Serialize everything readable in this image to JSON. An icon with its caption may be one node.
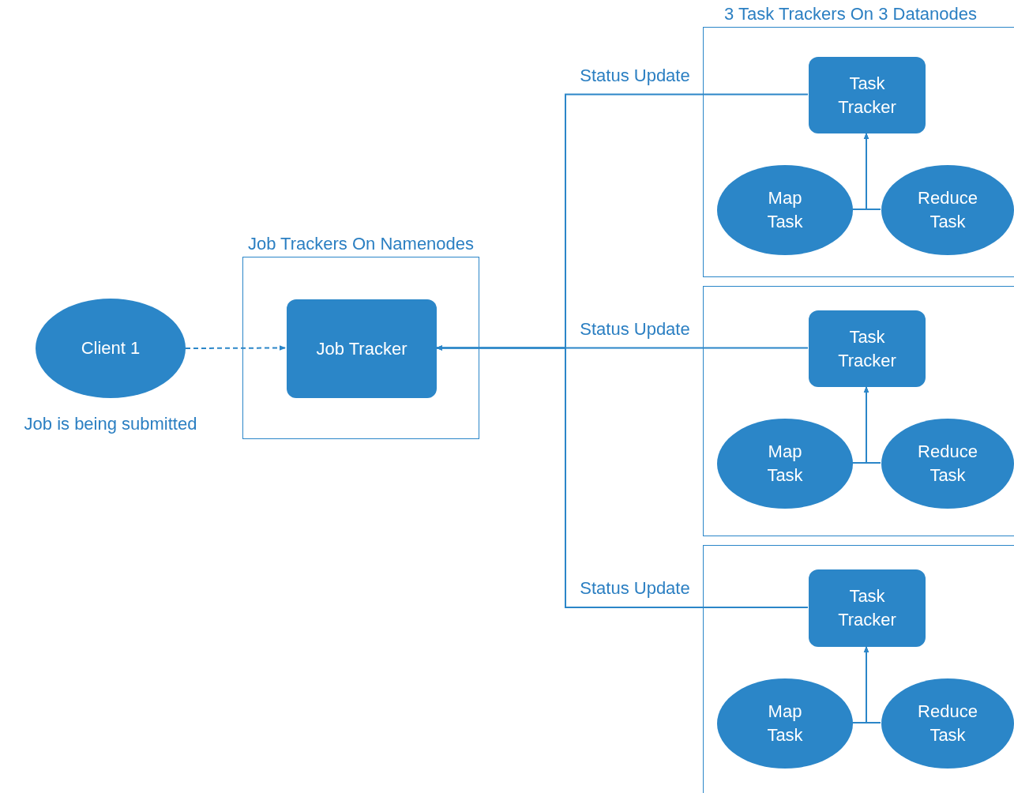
{
  "diagram": {
    "nodes": [
      {
        "text": [
          "Client 1"
        ],
        "beside": [
          "Job is being submitted"
        ]
      },
      {
        "text": [
          "Job Trackers On Namenodes"
        ]
      },
      {
        "text": [
          "Job Tracker"
        ],
        "in": 1
      },
      {
        "text": [
          "3 Task Trackers On 3 Datanodes"
        ]
      },
      {
        "text": [
          "Task Tracker"
        ],
        "in": 3
      },
      {
        "text": [
          "Map Task"
        ],
        "in": 3
      },
      {
        "text": [
          "Reduce Task"
        ],
        "in": 3
      },
      {
        "text": [],
        "shape": "box"
      },
      {
        "text": [
          "Task Tracker"
        ],
        "in": 7
      },
      {
        "text": [
          "Map Task"
        ],
        "in": 7
      },
      {
        "text": [
          "Reduce Task"
        ],
        "in": 7
      },
      {
        "text": [],
        "shape": "box"
      },
      {
        "text": [
          "Task Tracker"
        ],
        "in": 11
      },
      {
        "text": [
          "Map Task"
        ],
        "in": 11
      },
      {
        "text": [
          "Reduce Task"
        ],
        "in": 11
      }
    ],
    "edges": [
      {
        "from": 0,
        "to": 2,
        "arrow": "to",
        "style": "dashed"
      },
      {
        "from": 4,
        "to": 2,
        "arrow": "to",
        "label": "Status Update"
      },
      {
        "from": 8,
        "to": 2,
        "arrow": "to",
        "label": "Status Update"
      },
      {
        "from": 12,
        "to": 2,
        "arrow": "to",
        "label": "Status Update"
      },
      {
        "from": 5,
        "to": 4,
        "arrow": "to"
      },
      {
        "from": 6,
        "to": 4,
        "arrow": "to"
      },
      {
        "from": 9,
        "to": 8,
        "arrow": "to"
      },
      {
        "from": 10,
        "to": 8,
        "arrow": "to"
      },
      {
        "from": 13,
        "to": 12,
        "arrow": "to"
      },
      {
        "from": 14,
        "to": 12,
        "arrow": "to"
      }
    ]
  }
}
